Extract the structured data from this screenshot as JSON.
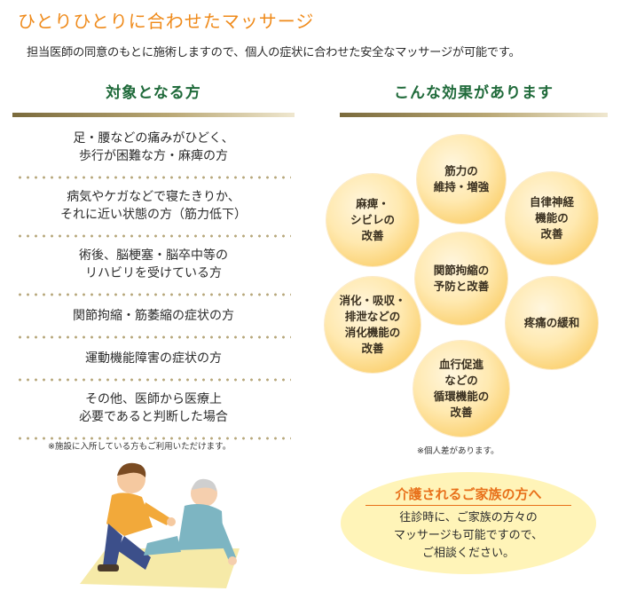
{
  "title": "ひとりひとりに合わせたマッサージ",
  "lead": "担当医師の同意のもとに施術しますので、個人の症状に合わせた安全なマッサージが可能です。",
  "target_section": {
    "heading": "対象となる方",
    "items": [
      [
        "足・腰などの痛みがひどく、",
        "歩行が困難な方・麻痺の方"
      ],
      [
        "病気やケガなどで寝たきりか、",
        "それに近い状態の方（筋力低下）"
      ],
      [
        "術後、脳梗塞・脳卒中等の",
        "リハビリを受けている方"
      ],
      [
        "関節拘縮・筋萎縮の症状の方"
      ],
      [
        "運動機能障害の症状の方"
      ],
      [
        "その他、医師から医療上",
        "必要であると判断した場合"
      ]
    ],
    "note": "※施設に入所している方もご利用いただけます。"
  },
  "effects_section": {
    "heading": "こんな効果があります",
    "bubbles": {
      "muscle": [
        "筋力の",
        "維持・増強"
      ],
      "paralysis": [
        "麻痺・",
        "シビレの",
        "改善"
      ],
      "autonomic": [
        "自律神経",
        "機能の",
        "改善"
      ],
      "joint": [
        "関節拘縮の",
        "予防と改善"
      ],
      "digestion": [
        "消化・吸収・",
        "排泄などの",
        "消化機能の",
        "改善"
      ],
      "pain": [
        "疼痛の緩和"
      ],
      "circulation": [
        "血行促進",
        "などの",
        "循環機能の",
        "改善"
      ]
    },
    "note": "※個人差があります。"
  },
  "family": {
    "title": "介護されるご家族の方へ",
    "lines": [
      "往診時に、ご家族の方々の",
      "マッサージも可能ですので、",
      "ご相談ください。"
    ]
  },
  "colors": {
    "title": "#ef8a1a",
    "heading": "#1f6a3a",
    "bubble": "#f8c24a",
    "family_bg": "#fff4b8",
    "family_title": "#e8701a"
  }
}
